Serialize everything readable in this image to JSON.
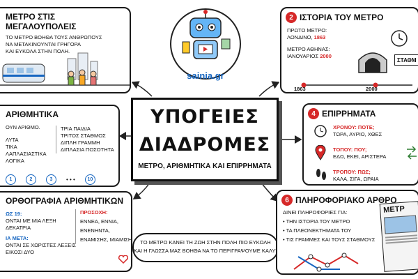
{
  "center": {
    "title_line1": "ΥΠΟΓΕΙΕΣ",
    "title_line2": "ΔΙΑΔΡΟΜΕΣ",
    "subtitle": "ΜΕΤΡΟ, ΑΡΙΘΜΗΤΙΚΑ ΚΑΙ ΕΠΙΡΡΗΜΑΤΑ"
  },
  "logo": {
    "text": "sainia.gr"
  },
  "card1": {
    "title": "ΜΕΤΡΟ ΣΤΙΣ ΜΕΓΑΛΟΥΠΟΛΕΙΣ",
    "lines": [
      "ΤΟ ΜΕΤΡΟ ΒΟΗΘΑ ΤΟΥΣ ΑΝΘΡΩΠΟΥΣ",
      "ΝΑ ΜΕΤΑΚΙΝΟΥΝΤΑΙ ΓΡΗΓΟΡΑ",
      "ΚΑΙ ΕΥΚΟΛΑ ΣΤΗΝ ΠΟΛΗ."
    ]
  },
  "card2": {
    "number": "2",
    "title": "ΙΣΤΟΡΙΑ ΤΟΥ ΜΕΤΡΟ",
    "first_label": "ΠΡΩΤΟ ΜΕΤΡΟ:",
    "first_city": "ΛΟΝΔΙΝΟ,",
    "first_year": "1863",
    "athens_label": "ΜΕΤΡΟ ΑΘΗΝΑΣ:",
    "athens_month": "ΙΑΝΟΥΑΡΙΟΣ",
    "athens_year": "2000",
    "sign": "ΣΤΑΘΜ",
    "timeline_start": "1863",
    "timeline_end": "2000"
  },
  "card3": {
    "title": "ΑΡΙΘΜΗΤΙΚΑ",
    "left_lines": [
      "ΟΥΝ ΑΡΙΘΜΟ.",
      "",
      "ΛΥΤΑ",
      "ΤΙΚΑ",
      "ΛΑΠΛΑΣΙΑΣΤΙΚΑ",
      "ΛΟΓΙΚΑ"
    ],
    "right_lines": [
      "ΤΡΙΑ ΠΑΙΔΙΑ",
      "ΤΡΙΤΟΣ ΣΤΑΘΜΟΣ",
      "ΔΙΠΛΗ ΓΡΑΜΜΗ",
      "ΔΙΠΛΑΣΙΑ ΠΟΣΟΤΗΤΑ"
    ],
    "circles": [
      "1",
      "2",
      "3",
      "10"
    ],
    "dots": "• • •"
  },
  "card4": {
    "number": "4",
    "title": "ΕΠΙΡΡΗΜΑΤΑ",
    "items": [
      {
        "label": "ΧΡΟΝΟΥ: ΠΟΤΕ;",
        "examples": "ΤΩΡΑ, ΑΥΡΙΟ, ΧΘΕΣ"
      },
      {
        "label": "ΤΟΠΟΥ: ΠΟΥ;",
        "examples": "ΕΔΩ, ΕΚΕΙ, ΑΡΙΣΤΕΡΑ"
      },
      {
        "label": "ΤΡΟΠΟΥ: ΠΩΣ;",
        "examples": "ΚΑΛΑ, ΣΙΓΑ, ΩΡΑΙΑ"
      }
    ]
  },
  "card5": {
    "title": "ΟΡΘΟΓΡΑΦΙΑ ΑΡΙΘΜΗΤΙΚΩΝ",
    "left_lines": [
      "ΩΣ 19:",
      "ΟΝΤΑΙ ΜΕ ΜΙΑ ΛΕΞΗ",
      "ΔΕΚΑΤΡΙΑ",
      "",
      "ΙΑ ΜΕΤΑ:",
      "ΟΝΤΑΙ ΣΕ ΧΩΡΙΣΤΕΣ ΛΕΞΕΙΣ",
      "ΕΙΚΟΣΙ ΔΥΟ"
    ],
    "attention": "ΠΡΟΣΟΧΗ:",
    "right_lines": [
      "ΕΝΝΕΑ, ΕΝΝΙΑ,",
      "ΕΝΕΝΗΝΤΑ,",
      "ΕΝΑΜΙΣΗΣ, ΜΙΑΜΙΣΗ"
    ]
  },
  "card6": {
    "number": "6",
    "title": "ΠΛΗΡΟΦΟΡΙΑΚΟ ΑΡΘΡΟ",
    "intro": "ΔΙΝΕΙ ΠΛΗΡΟΦΟΡΙΕΣ ΓΙΑ:",
    "bullets": [
      "ΤΗΝ ΙΣΤΟΡΙΑ ΤΟΥ ΜΕΤΡΟ",
      "ΤΑ ΠΛΕΟΝΕΚΤΗΜΑΤΑ ΤΟΥ",
      "ΤΙΣ ΓΡΑΜΜΕΣ ΚΑΙ ΤΟΥΣ ΣΤΑΘΜΟΥΣ"
    ],
    "newspaper": "ΜΕΤΡ"
  },
  "footer": {
    "line1": "ΤΟ ΜΕΤΡΟ ΚΑΝΕΙ ΤΗ ΖΩΗ ΣΤΗΝ ΠΟΛΗ ΠΙΟ ΕΥΚΟΛΗ",
    "line2": "ΚΑΙ Η ΓΛΩΣΣΑ ΜΑΣ ΒΟΗΘΑ ΝΑ ΤΟ ΠΕΡΙΓΡΑΨΟΥΜΕ ΚΑΛΥΤΕΡΑ!"
  },
  "colors": {
    "accent_red": "#d62828",
    "accent_blue": "#1565c0"
  }
}
